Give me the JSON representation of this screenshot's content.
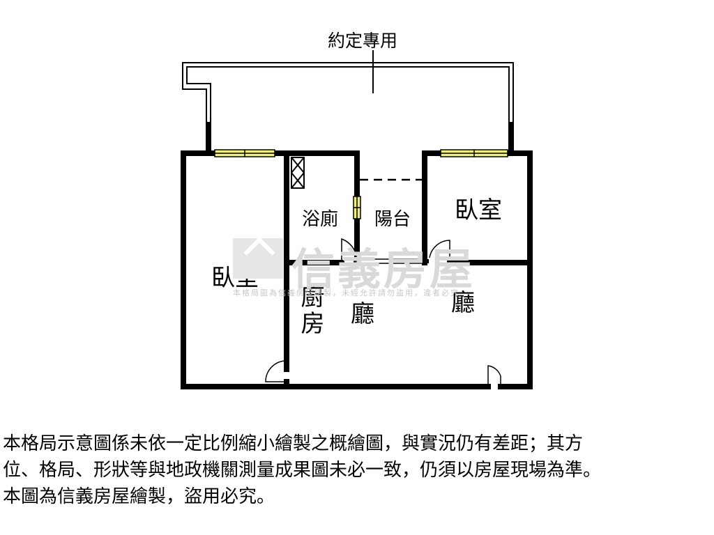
{
  "floorplan": {
    "balcony_label": "約定專用",
    "rooms": {
      "bedroom_left": "臥室",
      "bedroom_right": "臥室",
      "bathroom": "浴廁",
      "balcony": "陽台",
      "kitchen": "廚房",
      "living_center": "廳",
      "living_right": "廳"
    },
    "colors": {
      "wall": "#000000",
      "window": "#f2f07a",
      "watermark": "#d9d9d9"
    }
  },
  "watermark": {
    "brand": "信義房屋",
    "note": "本格局圖為信義房屋繪製，未經允許請勿盜用，違者必究"
  },
  "disclaimer": {
    "line1": "本格局示意圖係未依一定比例縮小繪製之概繪圖，與實況仍有差距；其方",
    "line2": "位、格局、形狀等與地政機關測量成果圖未必一致，仍須以房屋現場為準。",
    "line3": "本圖為信義房屋繪製，盜用必究。"
  }
}
